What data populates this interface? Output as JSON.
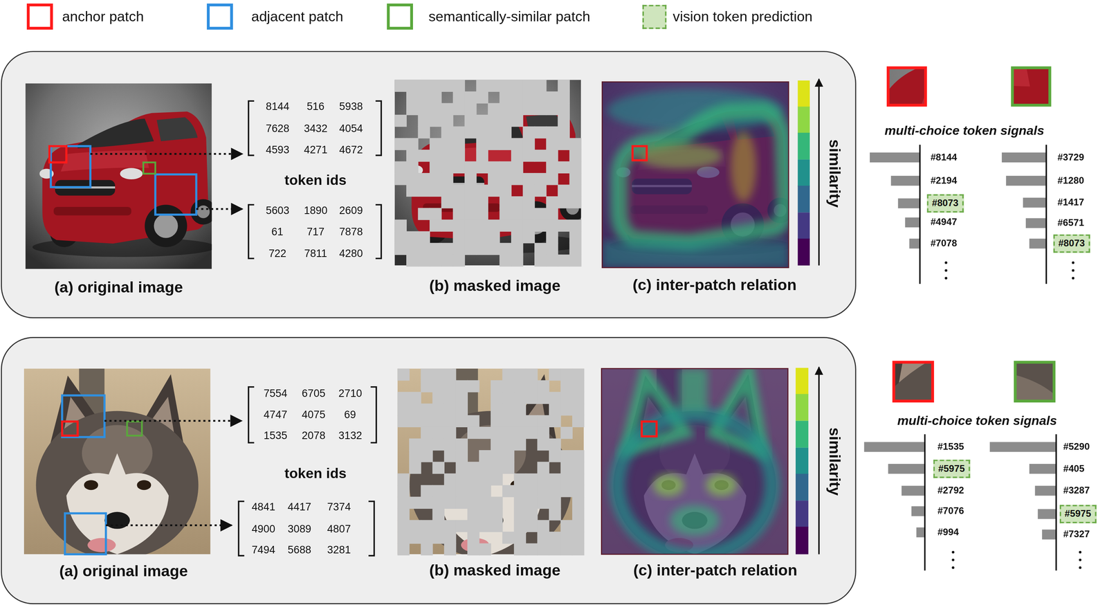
{
  "diagram": {
    "nodes": [
      {
        "text": [
          "#8073"
        ]
      },
      {
        "text": [
          "#8073"
        ]
      },
      {
        "text": [
          "#5975"
        ]
      },
      {
        "text": [
          "#5975"
        ]
      }
    ],
    "labels": [
      "(a) original image",
      "8144",
      "516",
      "5938",
      "7628",
      "3432",
      "4054",
      "4593",
      "4271",
      "4672",
      "token ids",
      "5603",
      "1890",
      "2609",
      "61",
      "717",
      "7878",
      "722",
      "7811",
      "4280",
      "(b) masked image",
      "(c) inter-patch relation",
      "similarity",
      "multi-choice token signals",
      "#8144",
      "#2194",
      "#4947",
      "#7078",
      "#3729",
      "#1280",
      "#1417",
      "#6571",
      "(a) original image",
      "7554",
      "6705",
      "2710",
      "4747",
      "4075",
      "69",
      "1535",
      "2078",
      "3132",
      "token ids",
      "4841",
      "4417",
      "7374",
      "4900",
      "3089",
      "4807",
      "7494",
      "5688",
      "3281",
      "(b) masked image",
      "(c) inter-patch relation",
      "similarity",
      "multi-choice token signals",
      "#1535",
      "#2792",
      "#7076",
      "#994",
      "#5290",
      "#405",
      "#3287",
      "#7327"
    ],
    "legend": [
      {
        "text": "anchor patch",
        "color": "#ff1a1a"
      },
      {
        "text": "adjacent patch",
        "color": "#2f8fe0"
      },
      {
        "text": "semantically-similar patch",
        "color": "#5aa83c"
      },
      {
        "text": "vision token prediction",
        "color": "#cfe5bd"
      }
    ]
  }
}
